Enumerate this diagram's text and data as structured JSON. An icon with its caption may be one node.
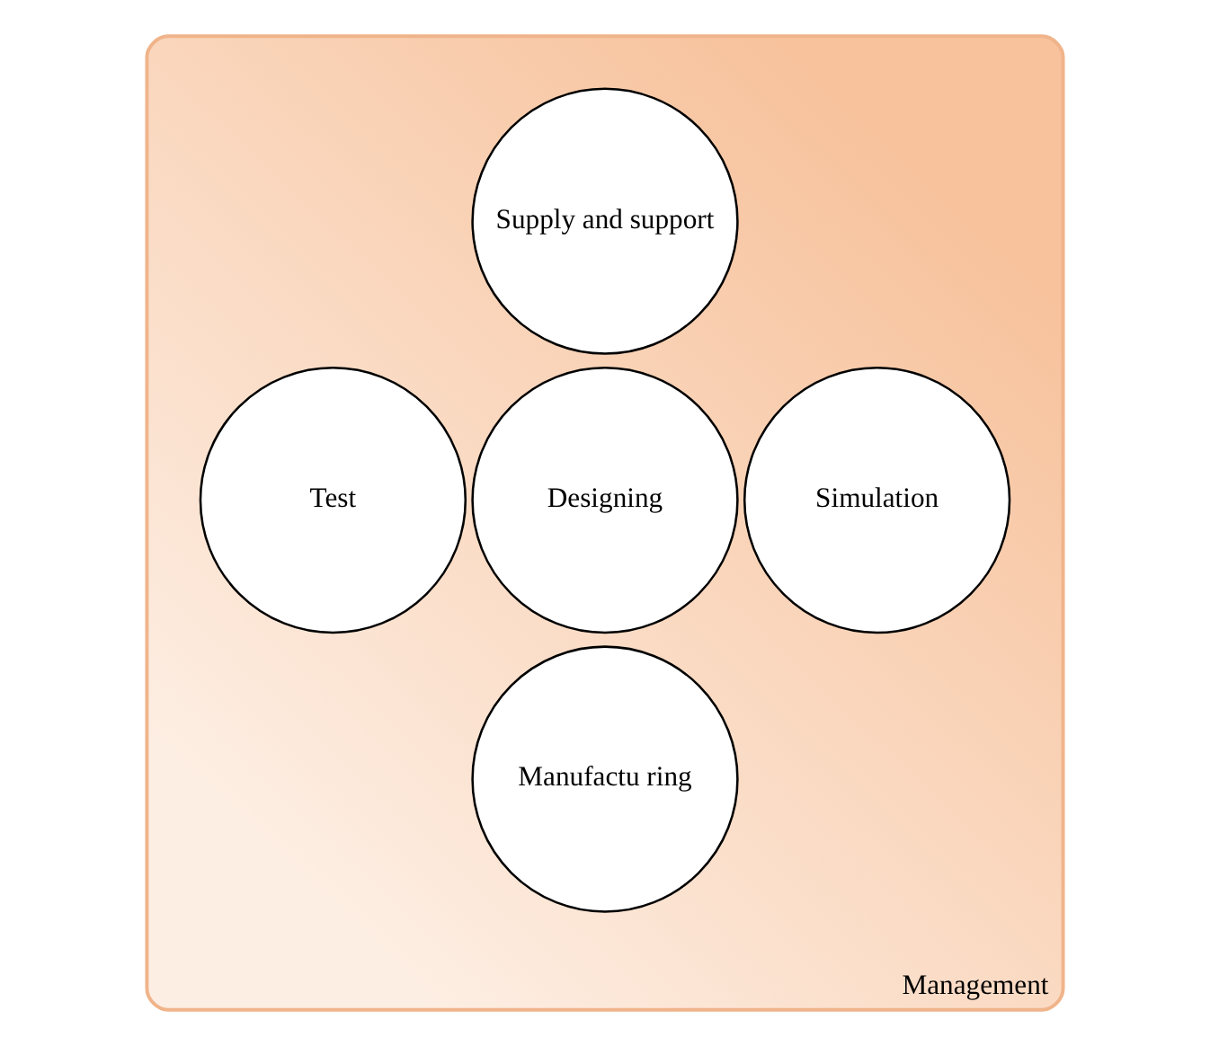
{
  "diagram": {
    "nodes": [
      {
        "text": [
          "Management"
        ]
      },
      {
        "text": [
          "Supply and support"
        ],
        "in": 0
      },
      {
        "text": [
          "Test"
        ],
        "in": 0
      },
      {
        "text": [
          "Designing"
        ],
        "in": 0
      },
      {
        "text": [
          "Simulation"
        ],
        "in": 0
      },
      {
        "text": [
          "Manufactu ring"
        ],
        "in": 0
      }
    ],
    "edges": []
  }
}
